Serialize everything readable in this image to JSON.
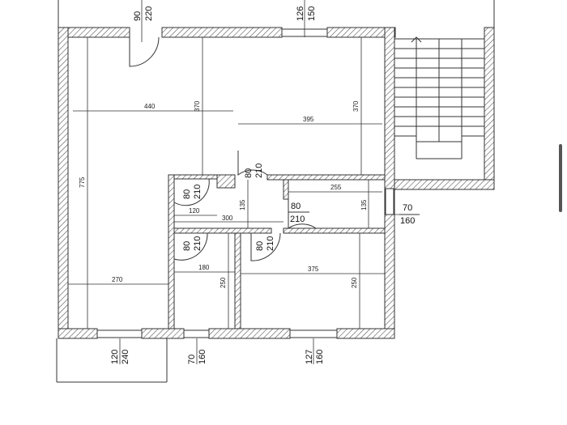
{
  "dimensions": {
    "d440": "440",
    "d370a": "370",
    "d395": "395",
    "d370b": "370",
    "d775": "775",
    "d255": "255",
    "d135a": "135",
    "d135b": "135",
    "d120": "120",
    "d300": "300",
    "d180": "180",
    "d270": "270",
    "d250a": "250",
    "d375": "375",
    "d250b": "250"
  },
  "openings": {
    "top_door": [
      "90",
      "220"
    ],
    "top_window": [
      "126",
      "150"
    ],
    "right_window": [
      "70",
      "160"
    ],
    "door_upper_left": [
      "80",
      "210"
    ],
    "door_upper_center": [
      "80",
      "210"
    ],
    "door_hall": [
      "80",
      "210"
    ],
    "door_lower_left": [
      "80",
      "210"
    ],
    "door_lower_center": [
      "80",
      "210"
    ],
    "bottom_window_left": [
      "120",
      "240"
    ],
    "bottom_window_mid": [
      "70",
      "160"
    ],
    "bottom_window_right": [
      "127",
      "160"
    ]
  }
}
